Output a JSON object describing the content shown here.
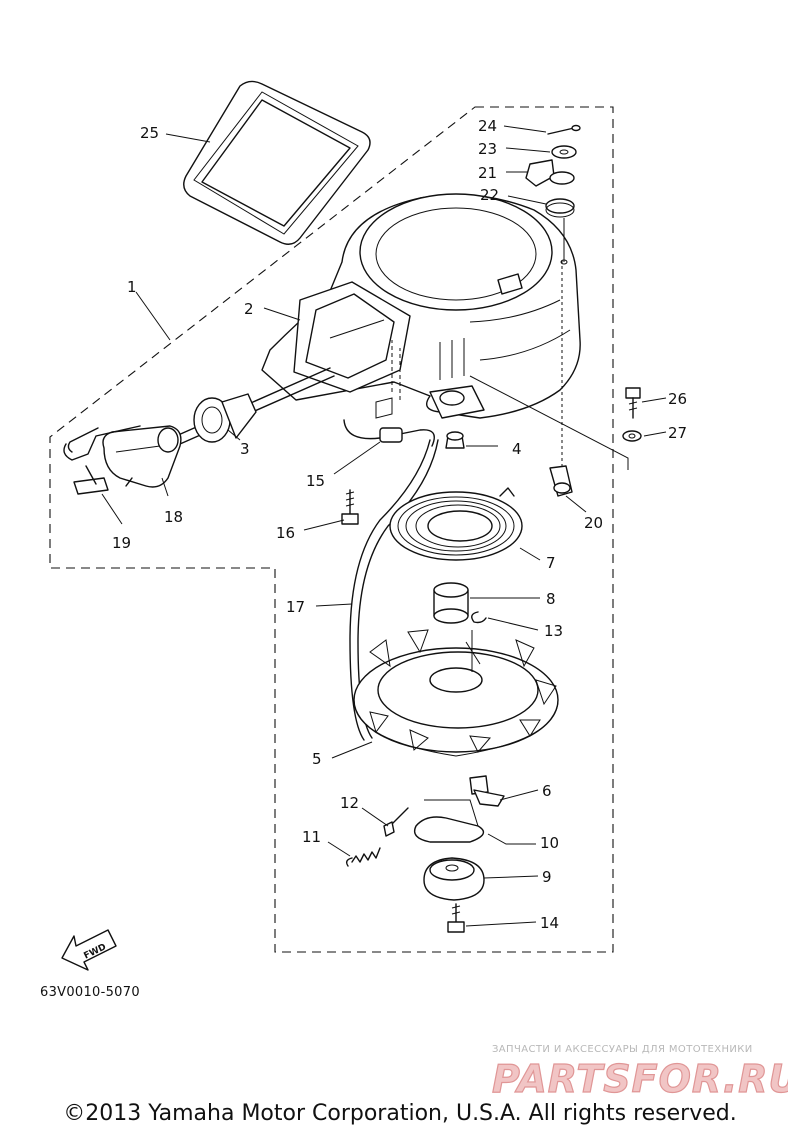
{
  "callouts": [
    {
      "id": "1",
      "label": "1"
    },
    {
      "id": "2",
      "label": "2"
    },
    {
      "id": "3",
      "label": "3"
    },
    {
      "id": "4",
      "label": "4"
    },
    {
      "id": "5",
      "label": "5"
    },
    {
      "id": "6",
      "label": "6"
    },
    {
      "id": "7",
      "label": "7"
    },
    {
      "id": "8",
      "label": "8"
    },
    {
      "id": "9",
      "label": "9"
    },
    {
      "id": "10",
      "label": "10"
    },
    {
      "id": "11",
      "label": "11"
    },
    {
      "id": "12",
      "label": "12"
    },
    {
      "id": "13",
      "label": "13"
    },
    {
      "id": "14",
      "label": "14"
    },
    {
      "id": "15",
      "label": "15"
    },
    {
      "id": "16",
      "label": "16"
    },
    {
      "id": "17",
      "label": "17"
    },
    {
      "id": "18",
      "label": "18"
    },
    {
      "id": "19",
      "label": "19"
    },
    {
      "id": "20",
      "label": "20"
    },
    {
      "id": "21",
      "label": "21"
    },
    {
      "id": "22",
      "label": "22"
    },
    {
      "id": "23",
      "label": "23"
    },
    {
      "id": "24",
      "label": "24"
    },
    {
      "id": "25",
      "label": "25"
    },
    {
      "id": "26",
      "label": "26"
    },
    {
      "id": "27",
      "label": "27"
    }
  ],
  "fwd_label": "FWD",
  "diagram_code": "63V0010-5070",
  "watermark": {
    "tagline": "ЗАПЧАСТИ И АКСЕССУАРЫ ДЛЯ МОТОТЕХНИКИ",
    "logo_text": "PARTSFOR.RU",
    "colors": {
      "fill": "#f1c5c5",
      "stroke": "#e09696"
    }
  },
  "copyright": "©2013 Yamaha Motor Corporation, U.S.A. All rights reserved."
}
